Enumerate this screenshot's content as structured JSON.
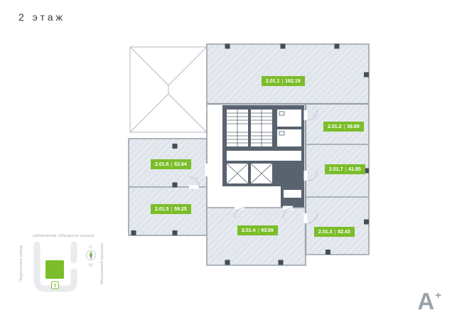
{
  "page": {
    "title": "2 этаж"
  },
  "plan": {
    "sep": "|",
    "units": [
      {
        "id": "2.01.1",
        "area": "162.19"
      },
      {
        "id": "2.01.2",
        "area": "36.69"
      },
      {
        "id": "2.01.7",
        "area": "41.85"
      },
      {
        "id": "2.01.6",
        "area": "62.64"
      },
      {
        "id": "2.01.5",
        "area": "59.25"
      },
      {
        "id": "2.01.4",
        "area": "93.69"
      },
      {
        "id": "2.01.3",
        "area": "82.43"
      }
    ],
    "colors": {
      "accent_green": "#7bbd2a",
      "floor_fill": "#e0e5eb",
      "wall": "#99a2ac",
      "core": "#59626f",
      "column": "#454d58"
    }
  },
  "minimap": {
    "street_top": "набережная Обводного канала",
    "street_left": "Подольская улица",
    "street_right": "Московский проспект",
    "compass_north": "С",
    "compass_south": "Ю",
    "stop_label": "Т"
  },
  "logo": {
    "text": "A",
    "plus": "+"
  }
}
